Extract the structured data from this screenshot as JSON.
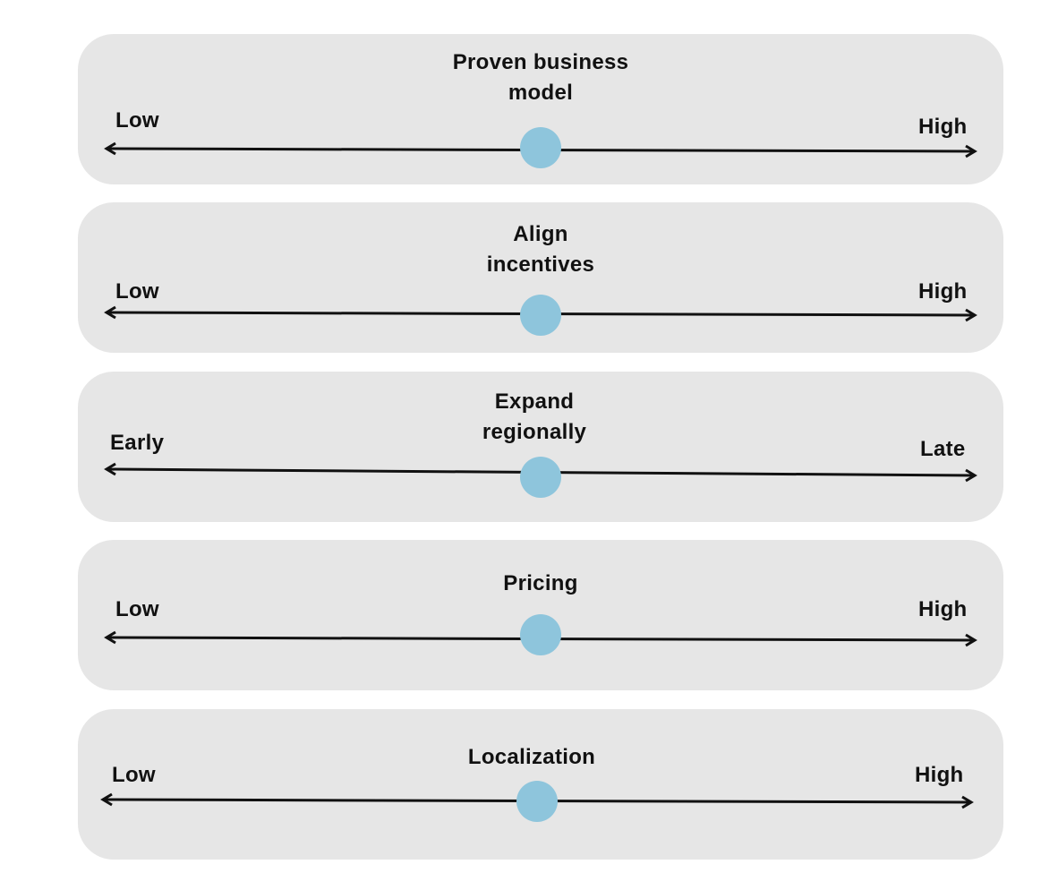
{
  "scales": [
    {
      "title": "Proven business\nmodel",
      "left_label": "Low",
      "right_label": "High",
      "marker_position": 0.5
    },
    {
      "title": "Align\nincentives",
      "left_label": "Low",
      "right_label": "High",
      "marker_position": 0.5
    },
    {
      "title": "Expand\nregionally",
      "left_label": "Early",
      "right_label": "Late",
      "marker_position": 0.5
    },
    {
      "title": "Pricing",
      "left_label": "Low",
      "right_label": "High",
      "marker_position": 0.5
    },
    {
      "title": "Localization",
      "left_label": "Low",
      "right_label": "High",
      "marker_position": 0.5
    }
  ],
  "colors": {
    "panel_background": "#e6e6e6",
    "marker": "#8ec5dc",
    "line": "#111111"
  },
  "icons": {
    "line_ends": "double-headed-arrow"
  }
}
